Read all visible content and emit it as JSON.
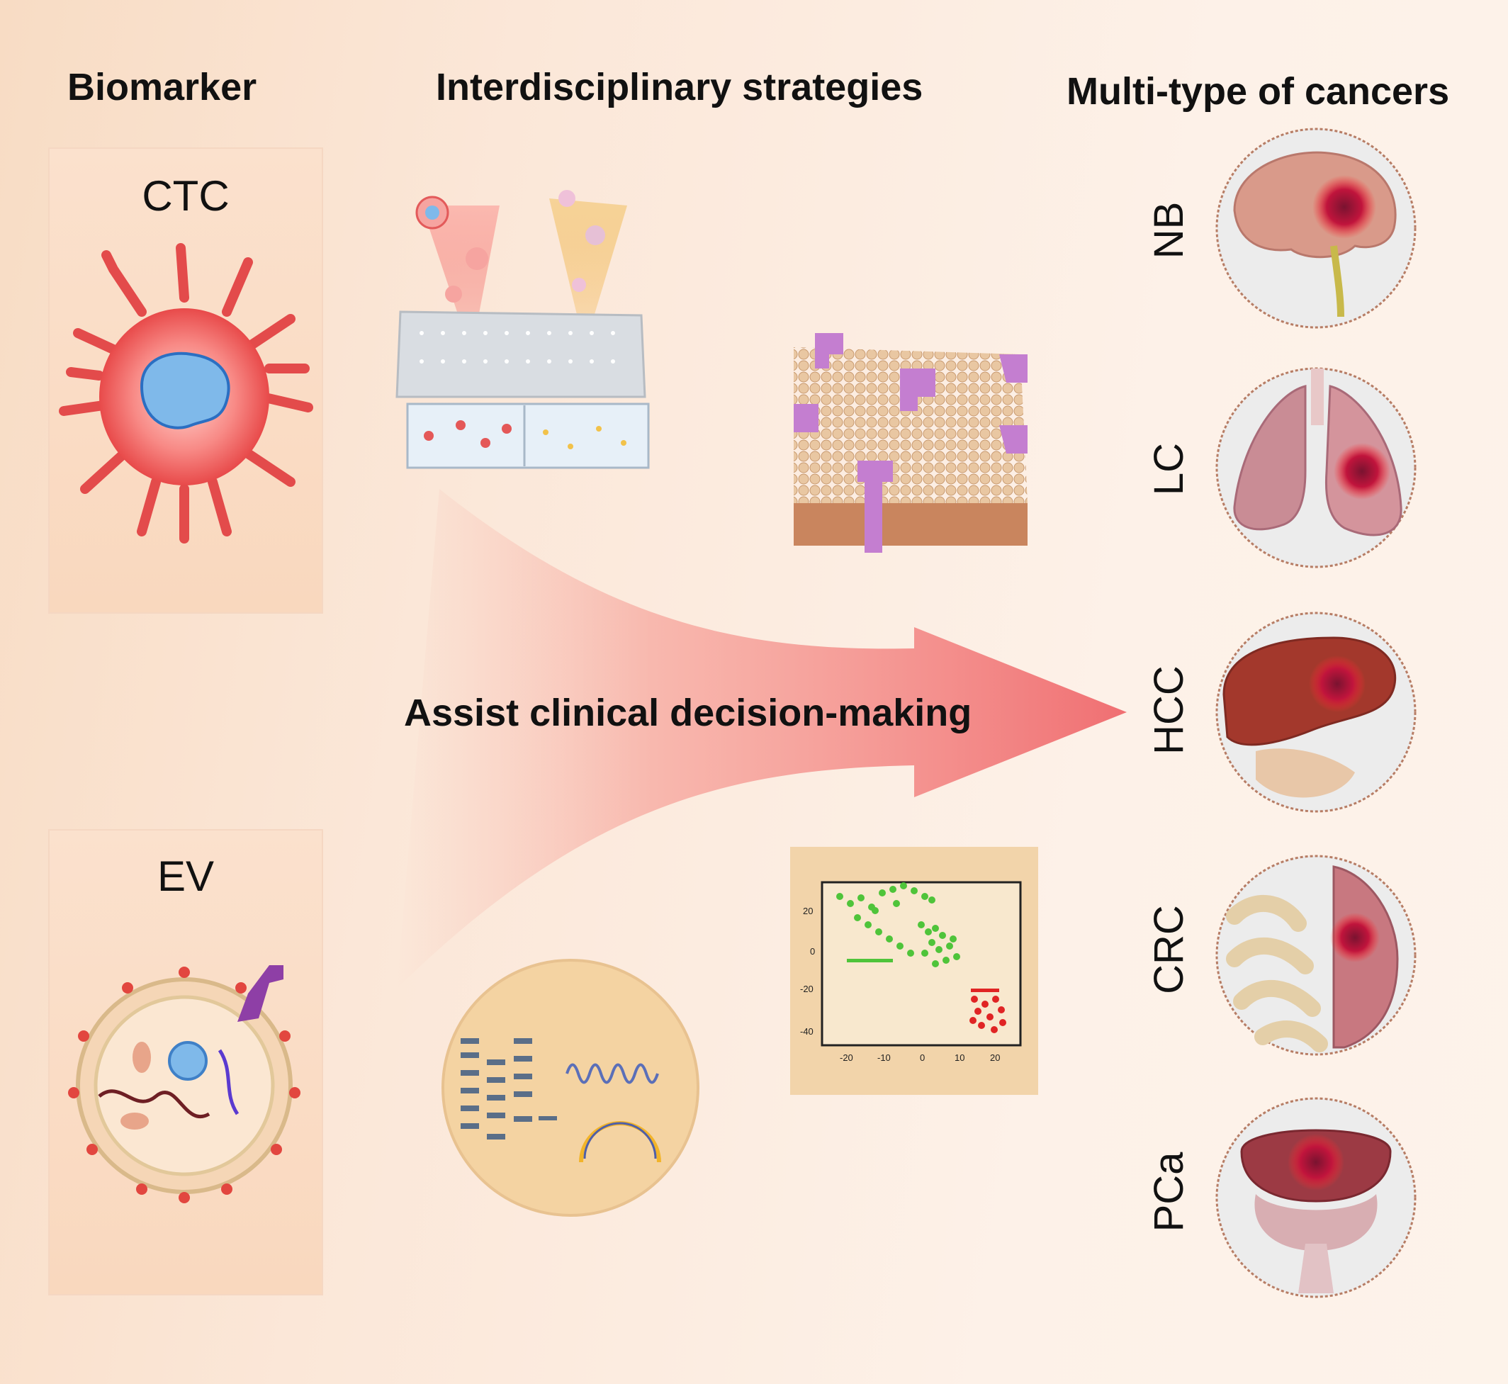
{
  "headings": {
    "biomarker": "Biomarker",
    "strategies": "Interdisciplinary strategies",
    "cancers": "Multi-type of cancers"
  },
  "biomarkers": [
    {
      "label": "CTC",
      "icon": "ctc-cell-icon"
    },
    {
      "label": "EV",
      "icon": "extracellular-vesicle-icon"
    }
  ],
  "arrow_label": "Assist clinical decision-making",
  "cancers": [
    {
      "label": "NB",
      "icon": "brain-tumor-icon"
    },
    {
      "label": "LC",
      "icon": "lung-tumor-icon"
    },
    {
      "label": "HCC",
      "icon": "liver-tumor-icon"
    },
    {
      "label": "CRC",
      "icon": "colon-tumor-icon"
    },
    {
      "label": "PCa",
      "icon": "prostate-tumor-icon"
    }
  ],
  "plot_ticks": {
    "y": [
      "20",
      "0",
      "-20",
      "-40"
    ],
    "x": [
      "-20",
      "-10",
      "0",
      "10",
      "20"
    ]
  },
  "colors": {
    "arrow": "#f27a7a",
    "tumor": "#c0143c",
    "membrane_protein": "#b57ad0",
    "cluster_green": "#4fc43a",
    "cluster_red": "#e02424",
    "circle_border": "#b77d65"
  }
}
